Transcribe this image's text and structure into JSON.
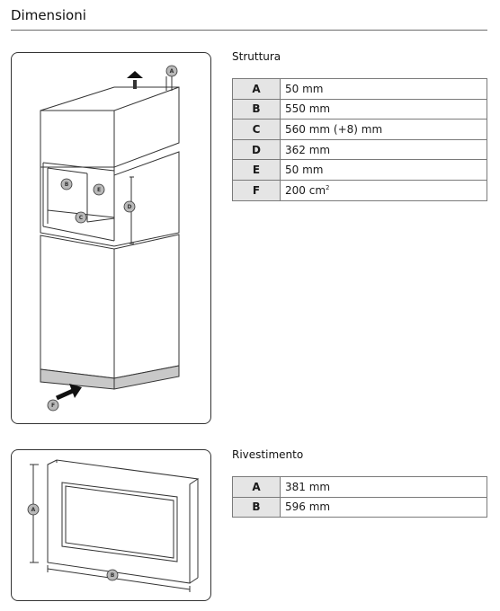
{
  "page": {
    "title": "Dimensioni"
  },
  "colors": {
    "rule": "#6b6b6b",
    "key_cell_bg": "#e5e5e5",
    "line": "#333333",
    "marker_fill": "#b8b8b8",
    "plinth": "#c8c8c8"
  },
  "structure": {
    "heading": "Struttura",
    "diagram_markers": [
      "A",
      "B",
      "C",
      "D",
      "E",
      "F"
    ],
    "rows": [
      {
        "key": "A",
        "value": "50 mm"
      },
      {
        "key": "B",
        "value": "550 mm"
      },
      {
        "key": "C",
        "value": "560 mm (+8) mm"
      },
      {
        "key": "D",
        "value": "362 mm"
      },
      {
        "key": "E",
        "value": "50 mm"
      },
      {
        "key": "F",
        "value": "200 cm",
        "value_sup": "2"
      }
    ]
  },
  "cladding": {
    "heading": "Rivestimento",
    "diagram_markers": [
      "A",
      "B"
    ],
    "rows": [
      {
        "key": "A",
        "value": "381 mm"
      },
      {
        "key": "B",
        "value": "596 mm"
      }
    ]
  }
}
